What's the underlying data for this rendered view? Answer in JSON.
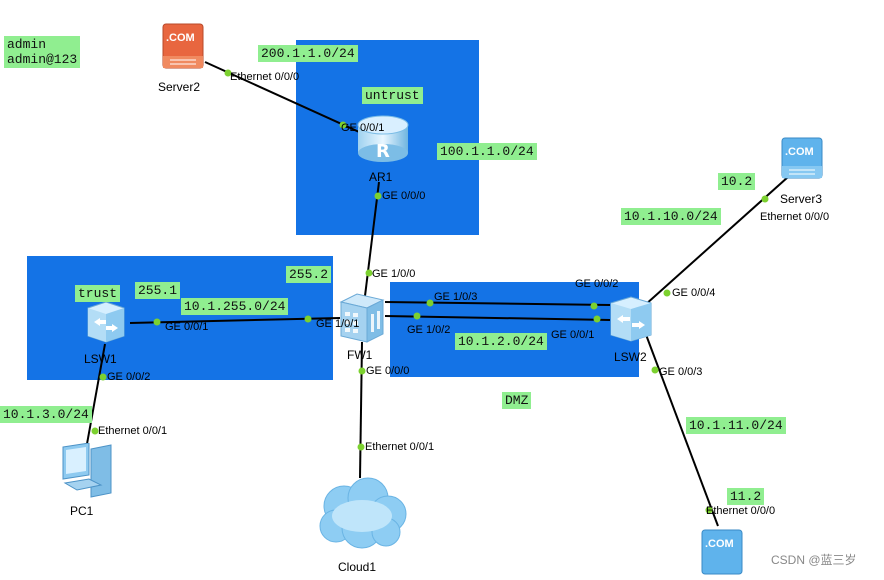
{
  "zones": [
    {
      "id": "untrust",
      "label": "untrust"
    },
    {
      "id": "trust",
      "label": "trust"
    },
    {
      "id": "dmz",
      "label": "DMZ"
    }
  ],
  "notes": {
    "credentials": "admin\nadmin@123",
    "net_200": "200.1.1.0/24",
    "net_100": "100.1.1.0/24",
    "host_10_2": "10.2",
    "net_10_1_10": "10.1.10.0/24",
    "host_255_2": "255.2",
    "host_255_1": "255.1",
    "net_10_1_255": "10.1.255.0/24",
    "net_10_1_2": "10.1.2.0/24",
    "net_10_1_3": "10.1.3.0/24",
    "net_10_1_11": "10.1.11.0/24",
    "host_11_2": "11.2"
  },
  "devices": {
    "server2": "Server2",
    "ar1": "AR1",
    "server3": "Server3",
    "fw1": "FW1",
    "lsw1": "LSW1",
    "lsw2": "LSW2",
    "pc1": "PC1",
    "cloud1": "Cloud1",
    "server4": ""
  },
  "ports": {
    "server2_eth": "Ethernet 0/0/0",
    "ar1_ge001": "GE 0/0/1",
    "ar1_ge000": "GE 0/0/0",
    "fw1_ge100": "GE 1/0/0",
    "fw1_ge103": "GE 1/0/3",
    "fw1_ge101": "GE 1/0/1",
    "fw1_ge102": "GE 1/0/2",
    "fw1_ge000": "GE 0/0/0",
    "lsw1_ge001": "GE 0/0/1",
    "lsw1_ge002": "GE 0/0/2",
    "lsw2_ge002": "GE 0/0/2",
    "lsw2_ge001": "GE 0/0/1",
    "lsw2_ge004": "GE 0/0/4",
    "lsw2_ge003": "GE 0/0/3",
    "server3_eth": "Ethernet 0/0/0",
    "pc1_eth": "Ethernet 0/0/1",
    "cloud1_eth": "Ethernet 0/0/1",
    "server4_eth": "Ethernet 0/0/0"
  },
  "icon_text": {
    "com": ".COM"
  },
  "watermark": "CSDN @蓝三岁",
  "colors": {
    "zone_blue": "#1473e6",
    "note_green": "#90ee90",
    "port_dot": "#7cd12f",
    "link": "#000000"
  }
}
